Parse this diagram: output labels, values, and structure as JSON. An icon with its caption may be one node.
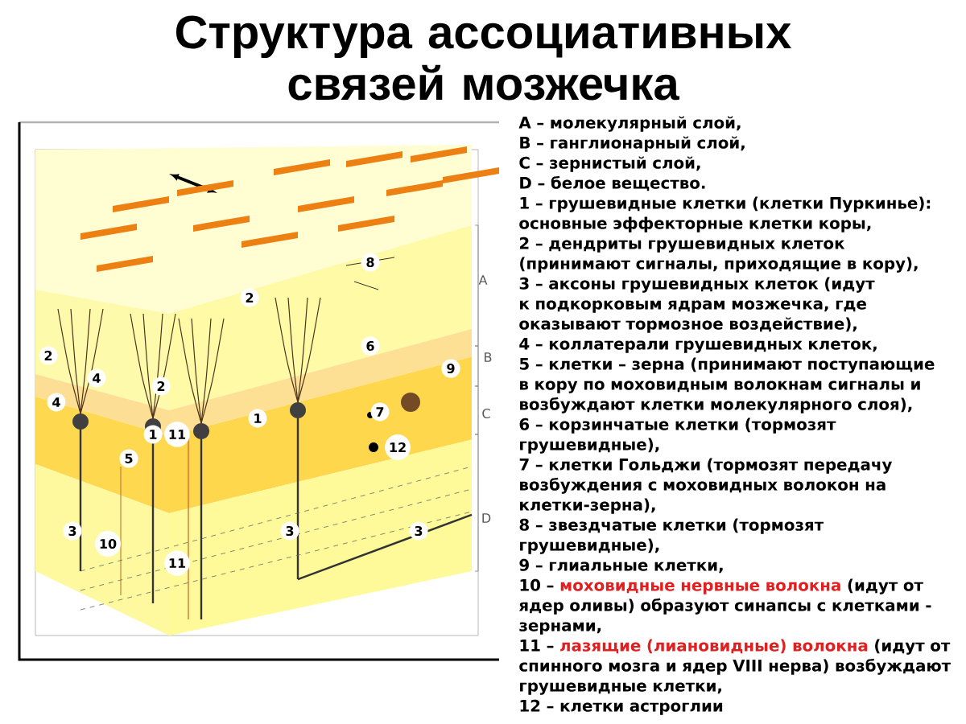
{
  "diagram": {
    "title": "Структура ассоциативных связей мозжечка",
    "labels": [
      "8",
      "A",
      "2",
      "B",
      "6",
      "2",
      "9",
      "4",
      "2",
      "4",
      "7",
      "C",
      "1",
      "11",
      "1",
      "12",
      "5",
      "D",
      "3",
      "10",
      "3",
      "3",
      "11",
      "A – молекулярный слой,",
      "B – ганглионарный слой,",
      "C – зернистый слой,",
      "D – белое вещество.",
      "1 – грушевидные клетки (клетки Пуркинье): основные эффекторные клетки коры,",
      "2 – дендриты грушевидных клеток (принимают сигналы, приходящие в кору),",
      "3 – аксоны грушевидных клеток (идут к подкорковым ядрам мозжечка, где оказывают тормозное воздействие),",
      "4 – коллатерали грушевидных клеток,",
      "5 – клетки – зерна (принимают поступающие в кору по моховидным волокнам сигналы и возбуждают клетки молекулярного слоя),",
      "6 – корзинчатые клетки (тормозят грушевидные),",
      "7 – клетки Гольджи (тормозят передачу возбуждения с моховидных волокон на клетки-зерна),",
      "8 – звездчатые клетки (тормозят грушевидные),",
      "9 – глиальные клетки,",
      "10 –",
      "моховидные нервные волокна",
      "(идут от ядер оливы) образуют синапсы с клетками - зернами,",
      "11 –",
      "лазящие (лиановидные) волокна",
      "(идут от спинного мозга и ядер VIII нерва) возбуждают грушевидные клетки,",
      "12 – клетки астроглии"
    ]
  }
}
